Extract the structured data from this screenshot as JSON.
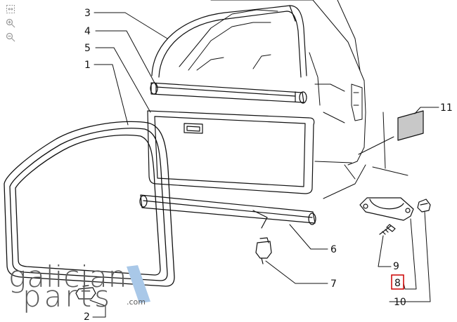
{
  "toolbar": {
    "icons": [
      "fit-to-window-icon",
      "zoom-in-icon",
      "zoom-out-icon"
    ]
  },
  "callouts": [
    {
      "id": "c3",
      "label": "3"
    },
    {
      "id": "c4",
      "label": "4"
    },
    {
      "id": "c5",
      "label": "5"
    },
    {
      "id": "c1",
      "label": "1"
    },
    {
      "id": "c11",
      "label": "11"
    },
    {
      "id": "c6",
      "label": "6"
    },
    {
      "id": "c7",
      "label": "7"
    },
    {
      "id": "c9",
      "label": "9"
    },
    {
      "id": "c8",
      "label": "8",
      "highlighted": true
    },
    {
      "id": "c10",
      "label": "10"
    },
    {
      "id": "c2",
      "label": "2"
    }
  ],
  "watermark": {
    "line1": "galician",
    "line2": "parts",
    "domain": ".com"
  },
  "colors": {
    "line": "#111111",
    "highlight": "#cc0000",
    "watermark": "#5a5a5a",
    "watermark_accent": "#a9c8e8"
  }
}
